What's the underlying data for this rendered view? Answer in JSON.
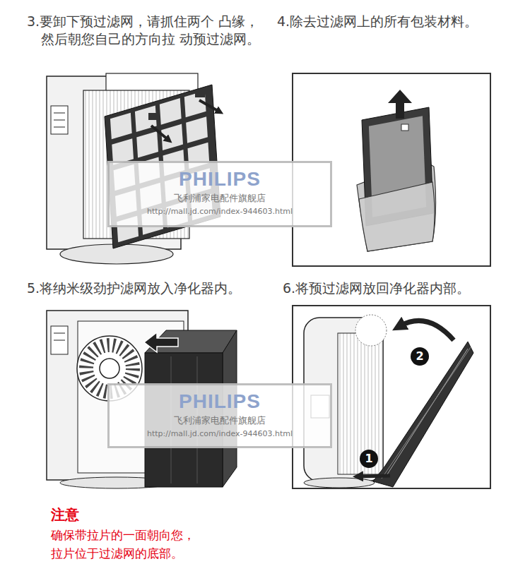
{
  "diagram": {
    "nodes": [
      {
        "text": [
          "3.要卸下预过滤网，请抓住两个 凸缘，然后朝您自己的方向拉 动预过滤网。"
        ]
      },
      {
        "text": [
          "4.除去过滤网上的所有包装材料。"
        ]
      },
      {
        "text": [
          "PHILIPS",
          "飞利浦家电配件旗舰店",
          "http://mall.jd.com/index-944603.html"
        ]
      },
      {
        "text": [
          "5.将纳米级劲护滤网放入净化器内。"
        ]
      },
      {
        "text": [
          "6.将预过滤网放回净化器内部。"
        ]
      },
      {
        "text": [
          "PHILIPS",
          "飞利浦家电配件旗舰店",
          "http://mall.jd.com/index-944603.html"
        ]
      }
    ],
    "labels": [
      "2",
      "1",
      "注意",
      "确保带拉片的一面朝向您， 拉片位于过滤网的底部。"
    ]
  }
}
